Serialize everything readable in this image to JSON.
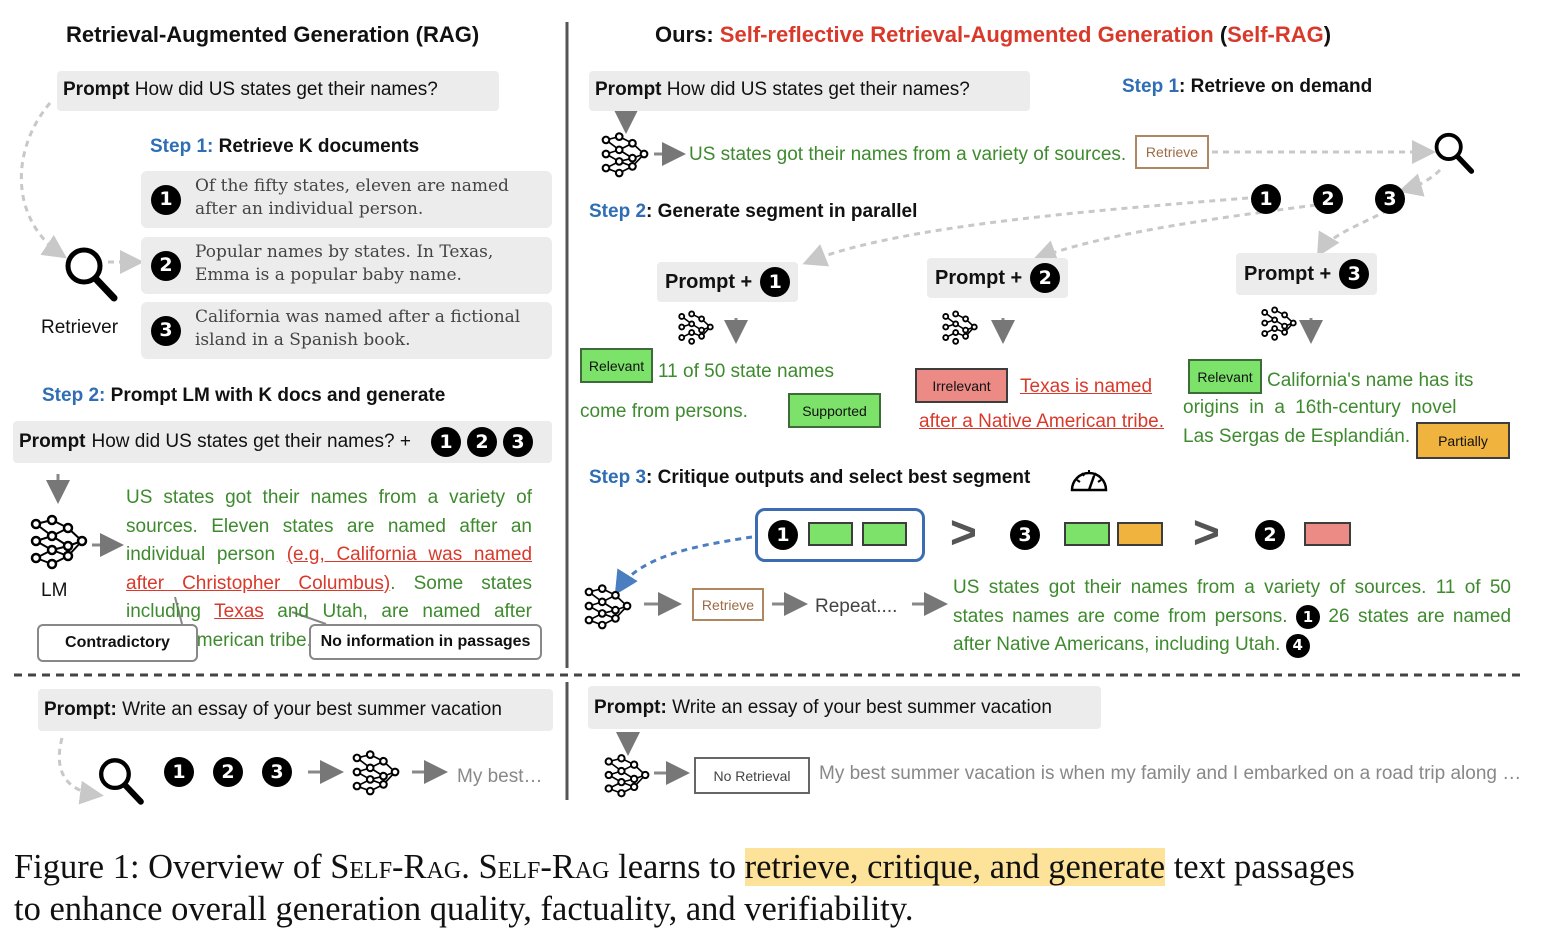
{
  "left": {
    "title": "Retrieval-Augmented Generation (RAG)",
    "prompt_label": "Prompt",
    "prompt_text": "How did US states get their names?",
    "step1_label": "Step 1:",
    "step1_text": "Retrieve K documents",
    "docs": [
      {
        "num": "1",
        "text": "Of the fifty states, eleven are named after an individual person."
      },
      {
        "num": "2",
        "text": "Popular names by states. In Texas, Emma is a popular baby name."
      },
      {
        "num": "3",
        "text": "California was named after a fictional island in a Spanish book."
      }
    ],
    "retriever_label": "Retriever",
    "step2_label": "Step 2:",
    "step2_text": "Prompt LM with K docs and generate",
    "prompt2_text": "How did US states get their names? +",
    "nums": [
      "1",
      "2",
      "3"
    ],
    "lm_label": "LM",
    "gen_1": "US states got their names from a variety of sources. Eleven states are named after an individual person ",
    "gen_red1": "(e.g, California was named after Christopher Columbus)",
    "gen_2": ". Some states including ",
    "gen_red2": "Texas",
    "gen_3": " and Utah, are named after Native American tribe.",
    "contradictory": "Contradictory",
    "no_info": "No information in passages"
  },
  "right": {
    "title_prefix": "Ours: ",
    "title_main": "Self-reflective Retrieval-Augmented Generation",
    "title_paren_open": " (",
    "title_abbr": "Self-RAG",
    "title_paren_close": ")",
    "prompt_label": "Prompt",
    "prompt_text": "How did US states get their names?",
    "step1_label": "Step 1",
    "step1_text": ": Retrieve on demand",
    "first_gen": "US states got their names from a variety of sources.",
    "retrieve_tag": "Retrieve",
    "step2_label": "Step 2",
    "step2_text": ": Generate segment in parallel",
    "prompt_plus": "Prompt +",
    "nums": [
      "1",
      "2",
      "3"
    ],
    "seg1": {
      "tag": "Relevant",
      "text_a": "11 of 50 state names",
      "text_b": "come from persons.",
      "tag2": "Supported"
    },
    "seg2": {
      "tag": "Irrelevant",
      "text_a": "Texas is named",
      "text_b": "after a Native American tribe."
    },
    "seg3": {
      "tag": "Relevant",
      "text_a": "California's name has its",
      "text_b": "origins in a 16th-century novel",
      "text_c": "Las Sergas de Esplandián.",
      "tag2": "Partially"
    },
    "step3_label": "Step 3",
    "step3_text": ": Critique outputs and select best segment",
    "gt": ">",
    "retrieve_tag2": "Retrieve",
    "repeat": "Repeat....",
    "final_1": "US states got their names from a variety of sources. 11 of 50 states names are come from persons.",
    "final_num1": "1",
    "final_2": "26 states are named after Native Americans, including Utah.",
    "final_num2": "4"
  },
  "bottom": {
    "left_prompt_label": "Prompt:",
    "left_prompt_text": "Write an essay of your best summer vacation",
    "left_output": "My best…",
    "right_prompt_label": "Prompt:",
    "right_prompt_text": "Write an essay of your best summer vacation",
    "no_retrieval": "No Retrieval",
    "right_output": "My best summer vacation is when my family and I embarked on a road trip along …"
  },
  "caption": {
    "fig": "Figure 1: Overview of ",
    "name1": "Self-Rag",
    "mid": ". ",
    "name2": "Self-Rag",
    "learns": " learns to ",
    "highlight": "retrieve, critique, and generate",
    "rest1": " text passages",
    "line2": "to enhance overall generation quality, factuality, and verifiability."
  },
  "colors": {
    "step_blue": "#2f6db5",
    "selfrag_red": "#d8392b",
    "gen_green": "#3e8a2e",
    "relevant_green": "#7ce26a",
    "irrelevant_red": "#ec8b86",
    "partial_orange": "#f0b33e",
    "highlight": "#fde39a"
  }
}
